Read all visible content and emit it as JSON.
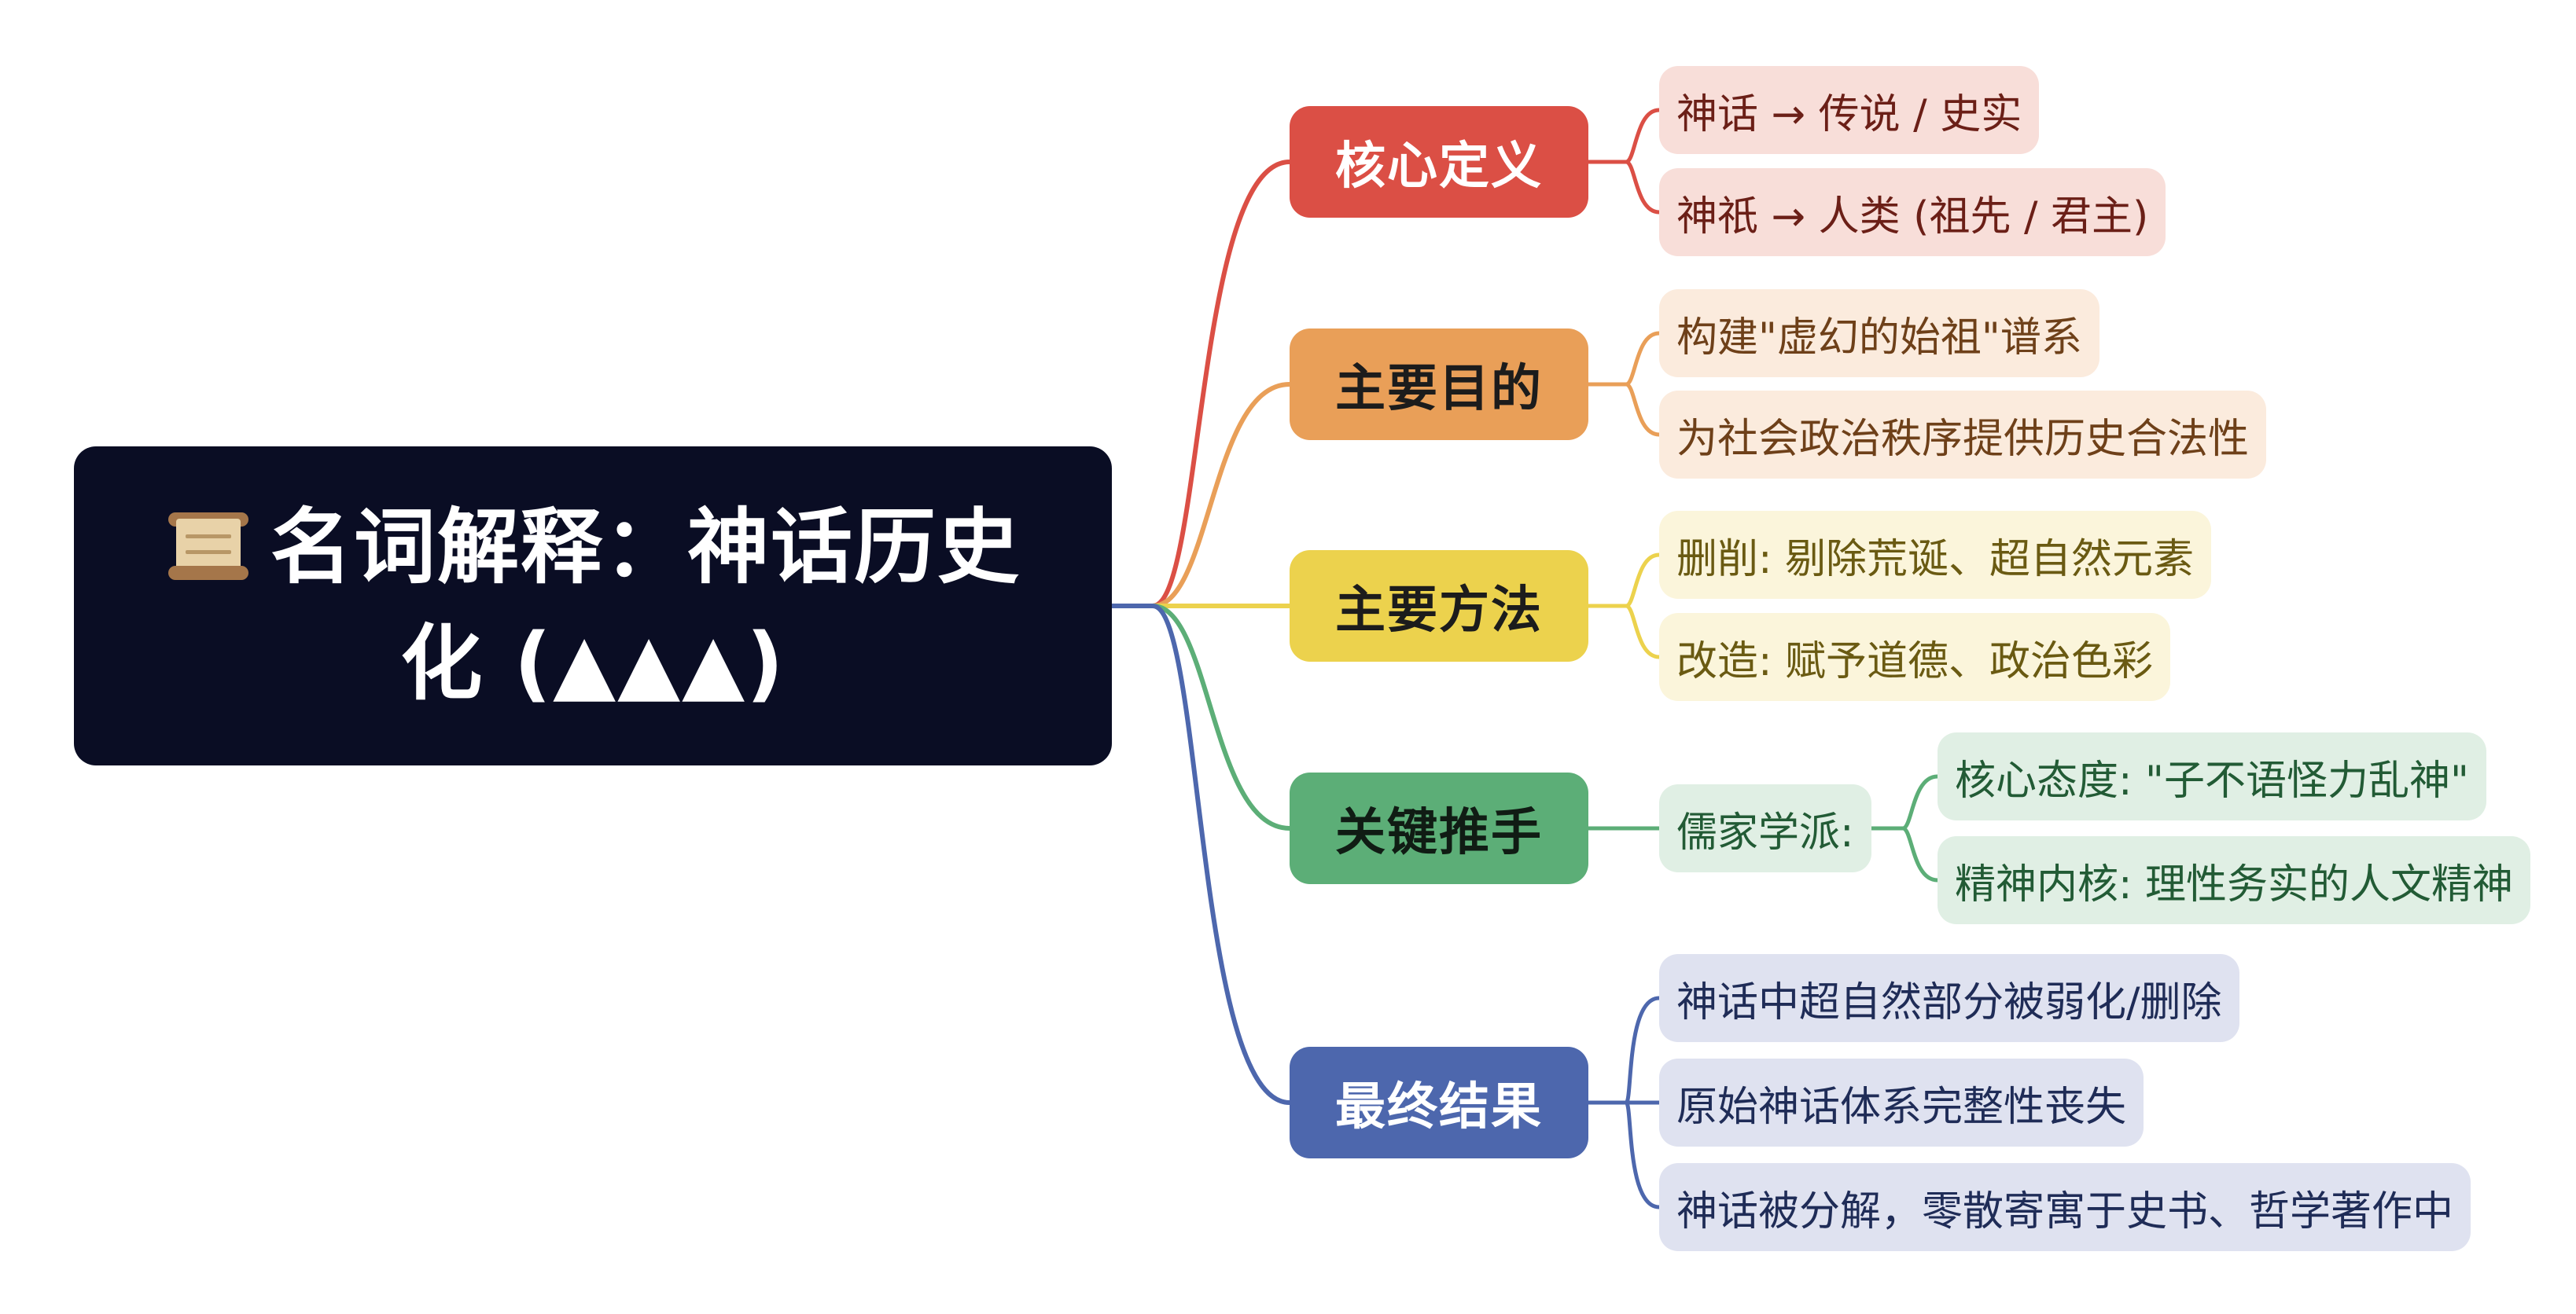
{
  "root": {
    "icon": "scroll-icon",
    "line1": "名词解释：神话历史",
    "line2": "化 (▲▲▲)"
  },
  "colors": {
    "root_bg": "#0a0d24",
    "definition": "#db4f45",
    "purpose": "#e99f58",
    "method": "#ecd24d",
    "agent": "#5cae77",
    "result": "#4d67ad"
  },
  "branches": [
    {
      "label": "核心定义",
      "leaves": [
        "神话 → 传说 / 史实",
        "神祇 → 人类 (祖先 / 君主)"
      ]
    },
    {
      "label": "主要目的",
      "leaves": [
        "构建\"虚幻的始祖\"谱系",
        "为社会政治秩序提供历史合法性"
      ]
    },
    {
      "label": "主要方法",
      "leaves": [
        "删削: 剔除荒诞、超自然元素",
        "改造: 赋予道德、政治色彩"
      ]
    },
    {
      "label": "关键推手",
      "sub": {
        "label": "儒家学派:",
        "leaves": [
          "核心态度: \"子不语怪力乱神\"",
          "精神内核: 理性务实的人文精神"
        ]
      }
    },
    {
      "label": "最终结果",
      "leaves": [
        "神话中超自然部分被弱化/删除",
        "原始神话体系完整性丧失",
        "神话被分解，零散寄寓于史书、哲学著作中"
      ]
    }
  ]
}
